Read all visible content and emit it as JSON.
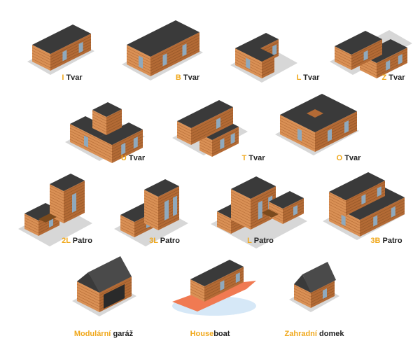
{
  "colors": {
    "accent": "#f0a81c",
    "text": "#222222",
    "wood_light": "#d99055",
    "wood_dark": "#b36a35",
    "roof": "#3a3a3a",
    "window": "#8fa9bd",
    "shadow": "#d7d7d7",
    "hull": "#f07a52",
    "water": "#d6e8f7"
  },
  "items": [
    {
      "id": "i-tvar",
      "accent": "I",
      "text": "Tvar",
      "shape": "i"
    },
    {
      "id": "b-tvar",
      "accent": "B",
      "text": "Tvar",
      "shape": "b"
    },
    {
      "id": "l-tvar",
      "accent": "L",
      "text": "Tvar",
      "shape": "l"
    },
    {
      "id": "z-tvar",
      "accent": "Z",
      "text": "Tvar",
      "shape": "z"
    },
    {
      "id": "u-tvar",
      "accent": "U",
      "text": "Tvar",
      "shape": "u"
    },
    {
      "id": "t-tvar",
      "accent": "T",
      "text": "Tvar",
      "shape": "t"
    },
    {
      "id": "o-tvar",
      "accent": "O",
      "text": "Tvar",
      "shape": "o"
    },
    {
      "id": "2l-patro",
      "accent": "2L",
      "text": "Patro",
      "shape": "2l"
    },
    {
      "id": "3l-patro",
      "accent": "3L",
      "text": "Patro",
      "shape": "3l"
    },
    {
      "id": "l-patro",
      "accent": "L",
      "text": "Patro",
      "shape": "lp"
    },
    {
      "id": "3b-patro",
      "accent": "3B",
      "text": "Patro",
      "shape": "3b"
    },
    {
      "id": "modularni-garaz",
      "accent": "Modulární",
      "text": "garáž",
      "shape": "garage"
    },
    {
      "id": "houseboat",
      "accent": "House",
      "text": "boat",
      "shape": "boat"
    },
    {
      "id": "zahradni-domek",
      "accent": "Zahradní",
      "text": "domek",
      "shape": "shed"
    }
  ]
}
